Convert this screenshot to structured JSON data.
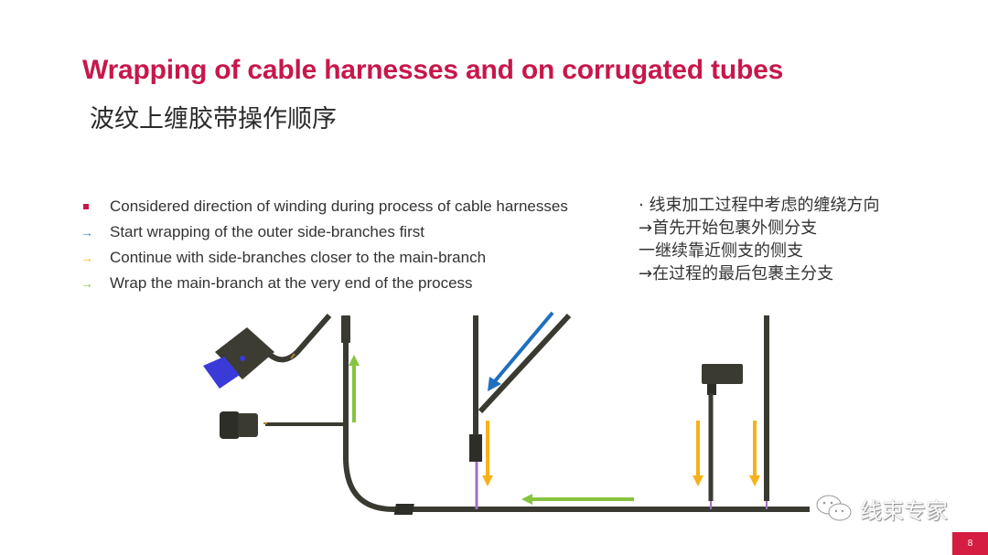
{
  "slide": {
    "title": "Wrapping of cable harnesses and on corrugated tubes",
    "subtitle": "波纹上缠胶带操作顺序",
    "page_number": "8"
  },
  "bullets": [
    {
      "marker": "square",
      "color": "#c8174a",
      "text": "Considered direction of winding during process of cable harnesses"
    },
    {
      "marker": "→",
      "color": "#3a8fc8",
      "text": "Start wrapping of the outer side-branches first"
    },
    {
      "marker": "→",
      "color": "#f2c318",
      "text": "Continue with side-branches closer to the main-branch"
    },
    {
      "marker": "→",
      "color": "#8cc63f",
      "text": "Wrap the main-branch at the very end of the process"
    }
  ],
  "chinese_bullets": [
    "· 线束加工过程中考虑的缠绕方向",
    "→首先开始包裹外侧分支",
    "一继续靠近侧支的侧支",
    "→在过程的最后包裹主分支"
  ],
  "diagram": {
    "cable_color": "#3a3a32",
    "connector_blue": "#3a3ad8",
    "arrow_colors": {
      "outer_branch": "#1e6fc0",
      "side_branch": "#f5b21a",
      "main_branch": "#86c440"
    }
  },
  "watermark": {
    "icon": "wechat-icon",
    "text": "线束专家"
  },
  "colors": {
    "accent": "#c8174a",
    "page_badge": "#d51d42"
  }
}
